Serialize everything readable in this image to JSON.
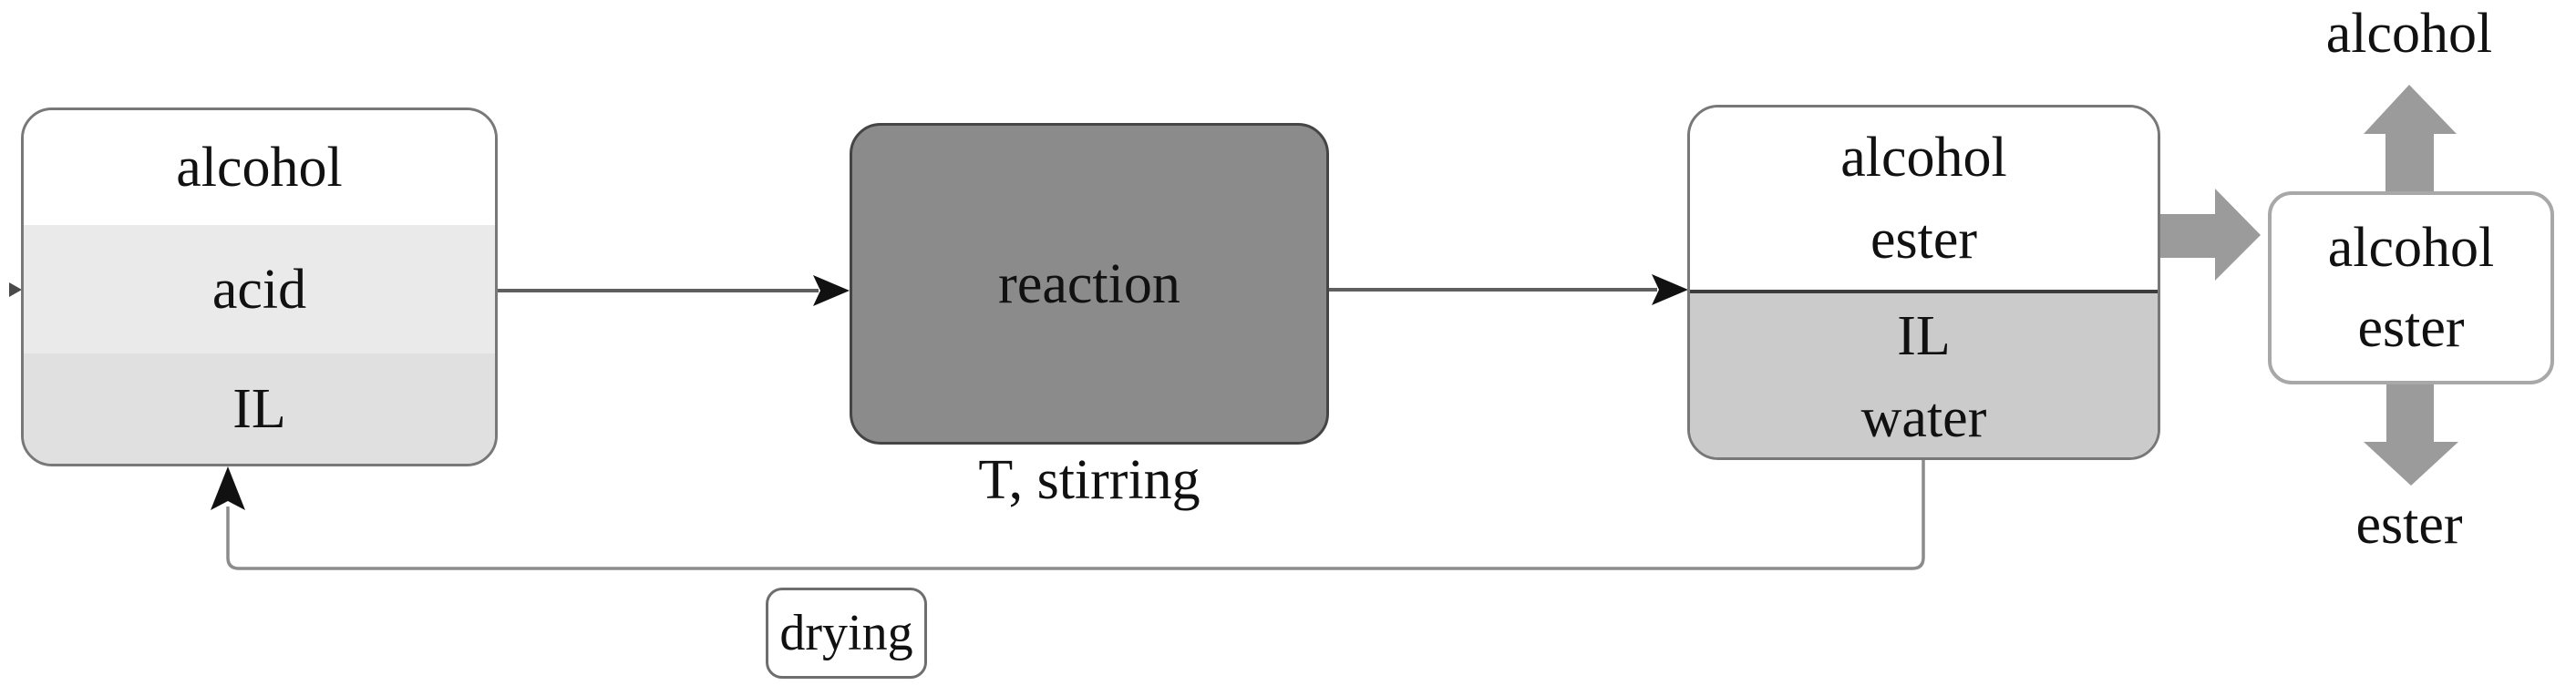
{
  "diagram": {
    "title_hint": "ionic-liquid esterification process flow",
    "feed_box": {
      "sections": [
        {
          "label": "alcohol"
        },
        {
          "label": "acid"
        },
        {
          "label": "IL"
        }
      ]
    },
    "reaction_box": {
      "label": "reaction",
      "caption": "T, stirring"
    },
    "separation_box": {
      "top_lines": [
        "alcohol",
        "ester"
      ],
      "bottom_lines": [
        "IL",
        "water"
      ]
    },
    "product_box": {
      "lines": [
        "alcohol",
        "ester"
      ]
    },
    "outputs": {
      "top_label": "alcohol",
      "bottom_label": "ester"
    },
    "recycle": {
      "label": "drying"
    }
  },
  "colors": {
    "reaction_fill": "#8b8b8b",
    "reaction_border": "#454545",
    "section_acid": "#eaeaea",
    "section_il": "#e0e0e0",
    "section_il_water": "#cbcbcb",
    "box_border": "#787878",
    "product_box_border": "#a8a8a8",
    "block_arrow": "#9b9b9b",
    "thin_line": "#5f5f5f",
    "arrowhead": "#111111",
    "recycle_line": "#8c8c8c"
  }
}
